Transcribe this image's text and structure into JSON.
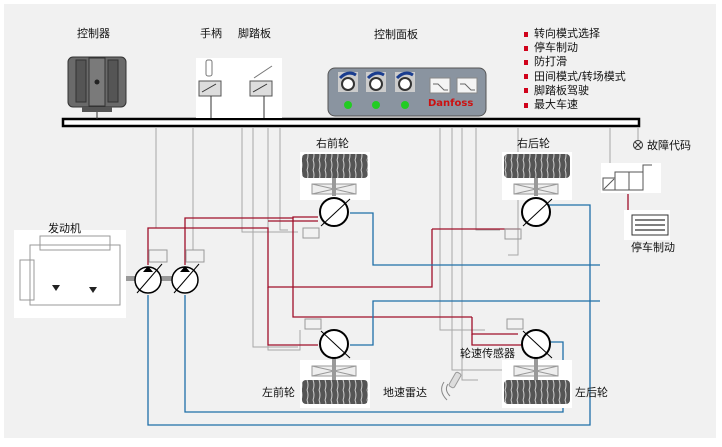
{
  "labels": {
    "controller": "控制器",
    "joystick": "手柄",
    "pedal": "脚踏板",
    "control_panel": "控制面板",
    "fault_code": "故障代码",
    "engine": "发动机",
    "front_right_wheel": "右前轮",
    "rear_right_wheel": "右后轮",
    "front_left_wheel": "左前轮",
    "rear_left_wheel": "左后轮",
    "parking_brake": "停车制动",
    "ground_speed_radar": "地速雷达",
    "wheel_speed_sensor": "轮速传感器",
    "brand": "Danfoss"
  },
  "features": [
    "转向模式选择",
    "停车制动",
    "防打滑",
    "田间模式/转场模式",
    "脚踏板驾驶",
    "最大车速"
  ],
  "panel": {
    "knob_count": 3,
    "switch_count": 2,
    "indicator_color": "#22cc22"
  },
  "colors": {
    "background": "#f1f1f1",
    "pressure_line": "#a0102a",
    "return_line": "#1f6fa8",
    "signal_line": "#a8a8a8",
    "bus": "#000000",
    "bullet": "#d0021b",
    "brand_text": "#cc1111"
  }
}
